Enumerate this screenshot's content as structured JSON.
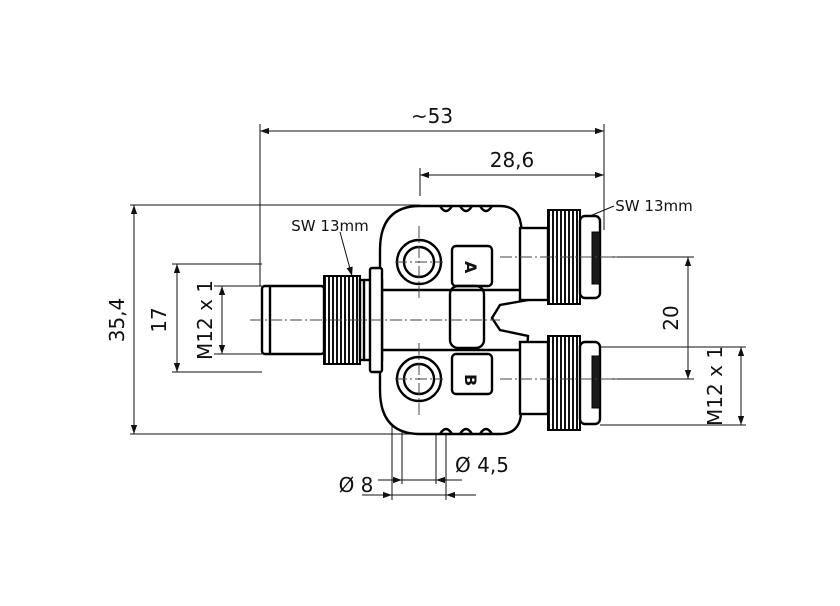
{
  "dimensions": {
    "overall_length": "~53",
    "right_offset": "28,6",
    "height": "35,4",
    "plug_height": "17",
    "plug_thread": "M12 x 1",
    "port_spacing": "20",
    "socket_thread": "M12 x 1",
    "hole_outer": "Ø 8",
    "hole_inner": "Ø 4,5"
  },
  "labels": {
    "wrench_left": "SW 13mm",
    "wrench_right": "SW 13mm",
    "port_a": "A",
    "port_b": "B"
  }
}
